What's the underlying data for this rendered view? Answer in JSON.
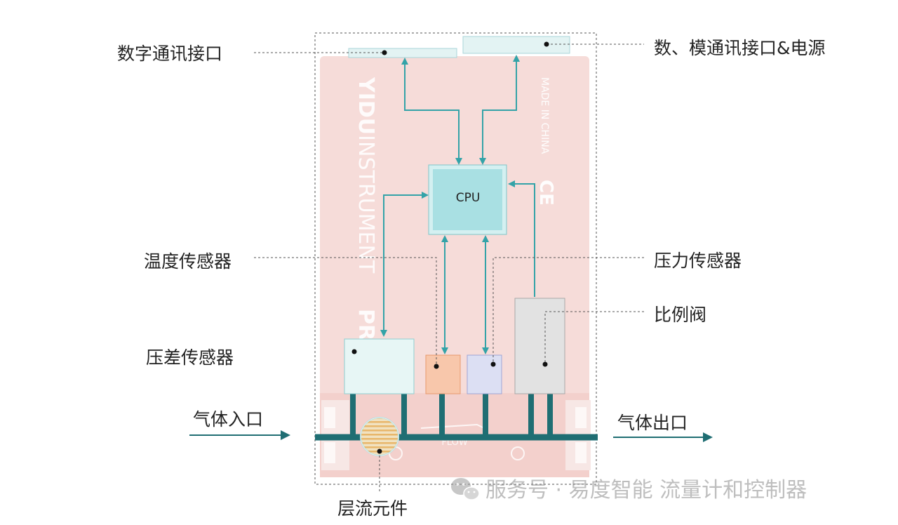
{
  "labels": {
    "digital_comm": "数字通讯接口",
    "analog_comm_power": "数、模通讯接口&电源",
    "temp_sensor": "温度传感器",
    "pressure_sensor": "压力传感器",
    "proportional_valve": "比例阀",
    "diff_pressure_sensor": "压差传感器",
    "gas_inlet": "气体入口",
    "gas_outlet": "气体出口",
    "laminar_element": "层流元件"
  },
  "cpu_label": "CPU",
  "background_print": {
    "brand_bold": "YIDU",
    "brand_light": "INSTRUMENT",
    "made_in": "MADE IN CHINA",
    "ce_mark": "CE",
    "partial_model": "PR",
    "flow_arrow_text": "FLOW"
  },
  "watermark": {
    "text": "服务号 · 易度智能 流量计和控制器",
    "icon": "wechat-icon"
  },
  "colors": {
    "device_body": "#f6dcd9",
    "flow_line": "#1f6e73",
    "signal_arrow": "#33a3a8",
    "cpu_fill": "#a9e0e3",
    "cpu_border": "#d4f0f1",
    "diff_sensor_fill": "#e7f6f5",
    "temp_sensor_fill": "#f8c7ab",
    "pressure_sensor_fill": "#dcdff3",
    "valve_fill": "#e2e2e2",
    "connector_fill": "#e3f3f3",
    "leader_line": "#555555",
    "label_text": "#222222"
  }
}
